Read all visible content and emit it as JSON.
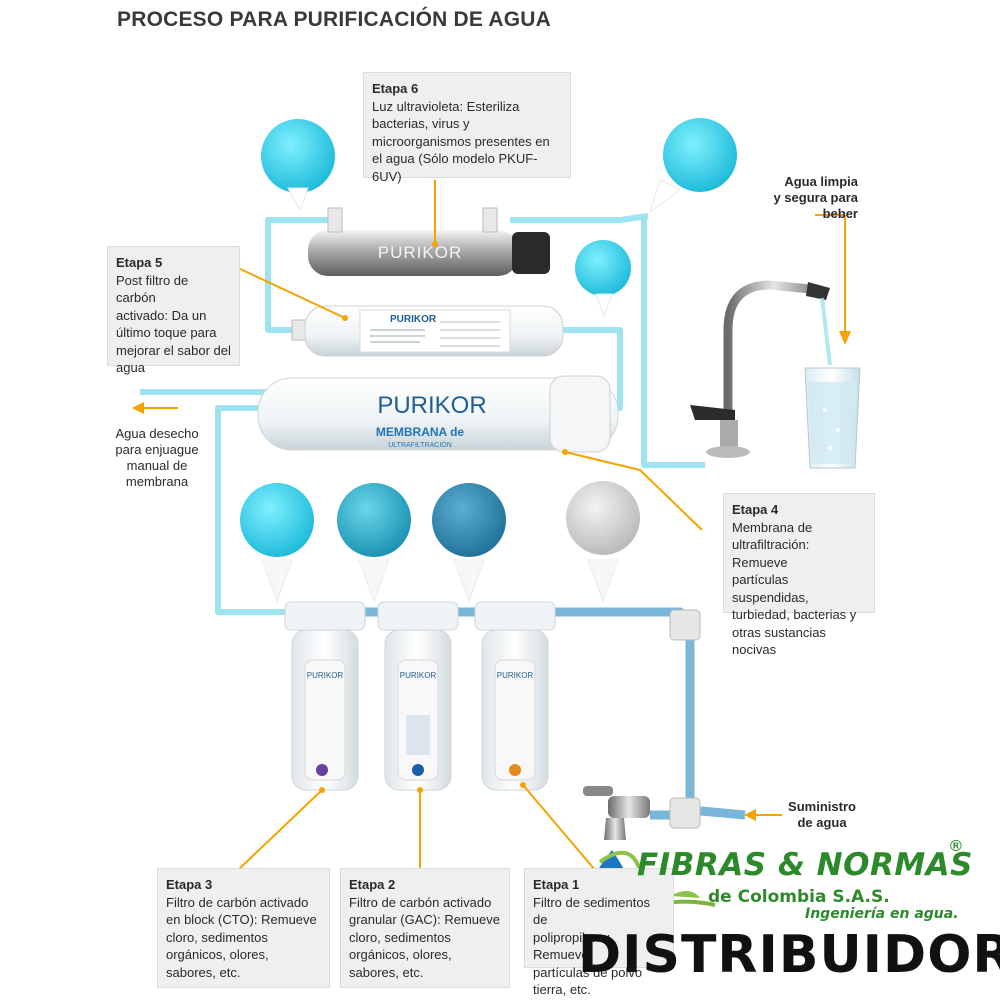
{
  "title": "PROCESO PARA PURIFICACIÓN DE AGUA",
  "stages": {
    "etapa6": {
      "heading": "Etapa 6",
      "lines": [
        "Luz ultravioleta: Esteriliza",
        "bacterias, virus y",
        "microorganismos presentes en",
        "el agua (Sólo modelo PKUF-6UV)"
      ]
    },
    "etapa5": {
      "heading": "Etapa 5",
      "lines": [
        "Post filtro de carbón",
        "activado: Da un",
        "último toque para",
        "mejorar el sabor del",
        "agua"
      ]
    },
    "etapa4": {
      "heading": "Etapa 4",
      "lines": [
        "Membrana de",
        "ultrafiltración: Remueve",
        "partículas suspendidas,",
        "turbiedad, bacterias y",
        "otras sustancias nocivas"
      ]
    },
    "etapa3": {
      "heading": "Etapa 3",
      "lines": [
        "Filtro de carbón activado",
        "en block (CTO): Remueve",
        "cloro, sedimentos",
        "orgánicos, olores,",
        "sabores, etc."
      ]
    },
    "etapa2": {
      "heading": "Etapa 2",
      "lines": [
        "Filtro de carbón activado",
        "granular (GAC): Remueve",
        "cloro, sedimentos",
        "orgánicos, olores,",
        "sabores, etc."
      ]
    },
    "etapa1": {
      "heading": "Etapa 1",
      "lines": [
        "Filtro de sedimentos de",
        "polipropileno: Remueve",
        "partículas de polvo",
        "tierra, etc."
      ]
    }
  },
  "labels": {
    "agua_limpia": [
      "Agua limpia",
      "y segura para",
      "beber"
    ],
    "agua_desecho": [
      "Agua desecho",
      "para enjuague",
      "manual de",
      "membrana"
    ],
    "suministro": [
      "Suministro",
      "de agua"
    ]
  },
  "brand": {
    "purikor": "PURIKOR",
    "membrana": "MEMBRANA de",
    "ultrafiltracion": "ULTRAFILTRACIÓN"
  },
  "logo": {
    "line1": "FIBRAS & NORMAS",
    "line2": "de Colombia S.A.S.",
    "line3": "Ingeniería en agua.",
    "reg": "®",
    "distribuidor": "DISTRIBUIDOR"
  },
  "colors": {
    "pipe_light": "#9ee3f0",
    "pipe_blue": "#79b6d8",
    "arrow": "#f5a300",
    "logo_green": "#2d8a2a",
    "box_bg": "#efefef"
  }
}
